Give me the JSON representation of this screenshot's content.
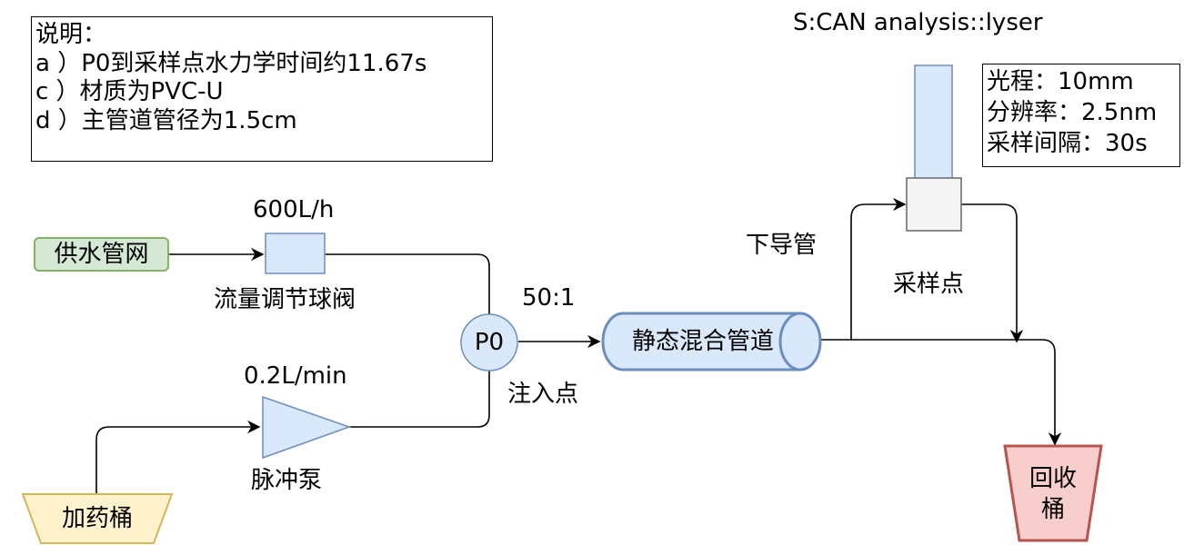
{
  "notes": {
    "title": "说明：",
    "lines": [
      "a ）P0到采样点水力学时间约11.67s",
      "c ）材质为PVC-U",
      "d ）主管道管径为1.5cm"
    ]
  },
  "analyzer": {
    "name": "S:CAN analysis::lyser",
    "specs": [
      "光程：10mm",
      "分辨率：2.5nm",
      "采样间隔：30s"
    ]
  },
  "nodes": {
    "water_supply": "供水管网",
    "flow_valve": "流量调节球阀",
    "flow_rate": "600L/h",
    "dosing_tank": "加药桶",
    "pulse_pump": "脉冲泵",
    "pump_rate": "0.2L/min",
    "p0": "P0",
    "injection_point": "注入点",
    "ratio": "50:1",
    "static_mixer": "静态混合管道",
    "down_pipe": "下导管",
    "sampling_point": "采样点",
    "recovery_bucket_line1": "回收",
    "recovery_bucket_line2": "桶"
  },
  "colors": {
    "green_fill": "#d5e8d4",
    "green_stroke": "#82b366",
    "blue_fill": "#dae8fc",
    "blue_stroke": "#6c8ebf",
    "yellow_fill": "#fff2cc",
    "yellow_stroke": "#d6b656",
    "red_fill": "#f8cecc",
    "red_stroke": "#b85450",
    "gray_fill": "#f5f5f5",
    "gray_stroke": "#666666"
  }
}
